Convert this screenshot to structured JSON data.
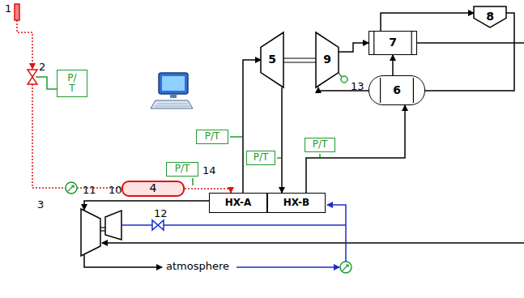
{
  "diagram": {
    "nodes": [
      {
        "text": [
          "P/ T"
        ]
      },
      {
        "text": [
          "P/T"
        ]
      },
      {
        "text": [
          "P/T"
        ]
      },
      {
        "text": [
          "P/T"
        ]
      },
      {
        "text": [
          "P/T"
        ]
      },
      {
        "text": [
          "4"
        ]
      },
      {
        "text": [
          "HX-A"
        ]
      },
      {
        "text": [
          "HX-B"
        ]
      },
      {
        "text": [
          "5"
        ]
      },
      {
        "text": [
          "9"
        ]
      },
      {
        "text": [
          "7"
        ]
      },
      {
        "text": [
          "6"
        ]
      },
      {
        "text": [
          "8"
        ]
      }
    ],
    "edges": [
      {
        "from": 5,
        "to": 6,
        "arrow": "to"
      },
      {
        "from": 6,
        "to": 8,
        "arrow": "to"
      },
      {
        "from": 8,
        "to": 7,
        "arrow": "to"
      },
      {
        "from": 7,
        "to": 11,
        "arrow": "to"
      },
      {
        "from": 11,
        "to": 10,
        "arrow": "to"
      },
      {
        "from": 10,
        "to": 12,
        "arrow": "to"
      },
      {
        "from": 12,
        "to": 11,
        "arrow": "none"
      },
      {
        "from": 11,
        "to": 9,
        "arrow": "to"
      },
      {
        "from": 9,
        "to": 10,
        "arrow": "to"
      }
    ],
    "labels": [
      "1",
      "2",
      "3",
      "10",
      "11",
      "12",
      "13",
      "14",
      "atmosphere"
    ]
  }
}
